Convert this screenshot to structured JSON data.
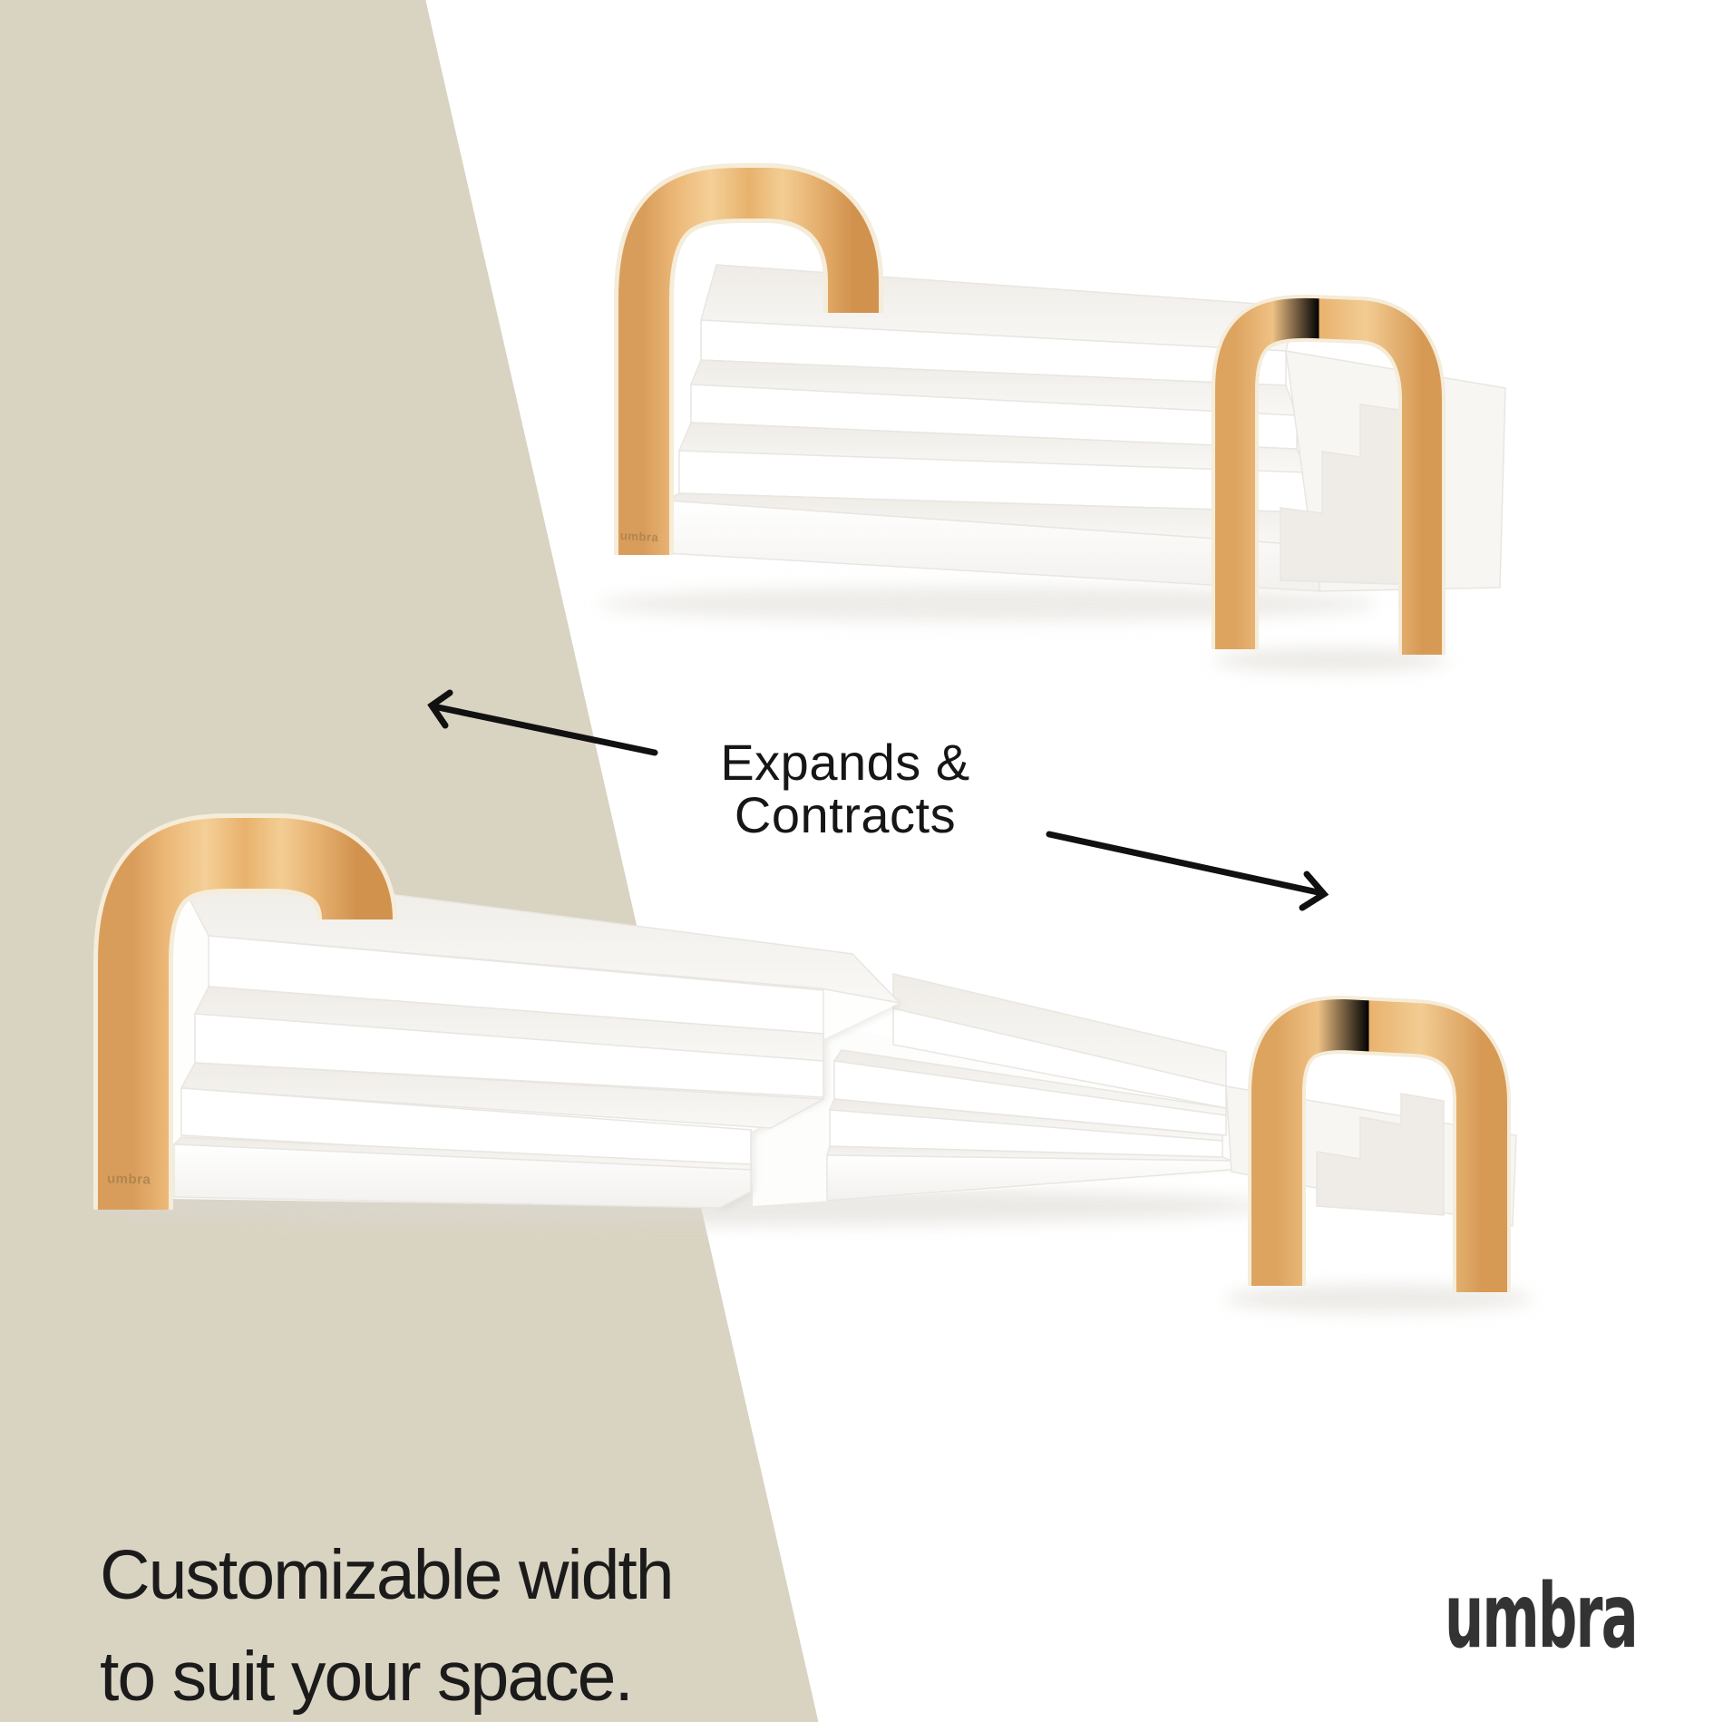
{
  "page": {
    "background_white": "#ffffff",
    "background_beige": "#d9d3c2"
  },
  "annotation": {
    "line1": "Expands &",
    "line2": "Contracts"
  },
  "caption": {
    "line1": "Customizable width",
    "line2": "to suit your space."
  },
  "brand": {
    "wordmark": "umbra"
  },
  "products": {
    "contracted": {
      "engraving": "umbra"
    },
    "expanded": {
      "engraving": "umbra"
    }
  },
  "colors": {
    "wood_mid": "#ecbd7f",
    "wood_dark": "#d99b58",
    "cream_edge": "#f5ecd9",
    "shelf_white": "#ffffff",
    "tread": "#f3f1ed",
    "arrow": "#111111",
    "text": "#1a1a1a",
    "logo": "#333333",
    "engraving": "#a8824e"
  }
}
